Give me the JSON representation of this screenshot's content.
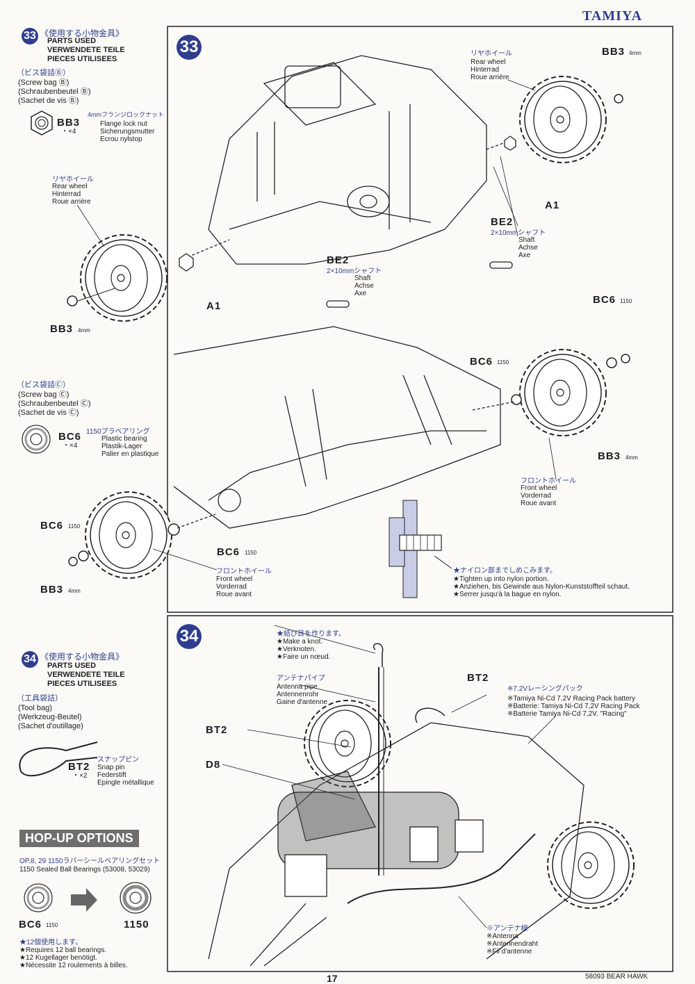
{
  "header": {
    "brand": "TAMIYA"
  },
  "step33": {
    "number": "33",
    "parts_used": {
      "jp": "《使用する小物金具》",
      "en": "PARTS USED",
      "de": "VERWENDETE TEILE",
      "fr": "PIECES UTILISEES"
    },
    "bag_b": {
      "jp": "（ビス袋詰Ⓑ）",
      "en": "(Screw bag Ⓑ)",
      "de": "(Schraubenbeutel Ⓑ)",
      "fr": "(Sachet de vis Ⓑ)"
    },
    "bb3": {
      "code": "BB3",
      "qty": "・×4",
      "jp": "4mmフランジロックナット",
      "en": "Flange lock nut",
      "de": "Sicherungsmutter",
      "fr": "Ecrou nylstop"
    },
    "bag_c": {
      "jp": "（ビス袋詰Ⓒ）",
      "en": "(Screw bag Ⓒ)",
      "de": "(Schraubenbeutel Ⓒ)",
      "fr": "(Sachet de vis Ⓒ)"
    },
    "bc6": {
      "code": "BC6",
      "qty": "・×4",
      "jp": "1150プラベアリング",
      "en": "Plastic bearing",
      "de": "Plastik-Lager",
      "fr": "Palier en plastique"
    },
    "rear_wheel": {
      "jp": "リヤホイール",
      "en": "Rear wheel",
      "de": "Hinterrad",
      "fr": "Roue arrière"
    },
    "front_wheel": {
      "jp": "フロントホイール",
      "en": "Front wheel",
      "de": "Vorderrad",
      "fr": "Roue avant"
    },
    "be2": {
      "code": "BE2",
      "jp": "2×10mmシャフト",
      "en": "Shaft",
      "de": "Achse",
      "fr": "Axe"
    },
    "a1": "A1",
    "bb3_label": "BB3",
    "bb3_size": "4mm",
    "bc6_label": "BC6",
    "bc6_size": "1150",
    "nylon_note": {
      "jp": "★ナイロン部までしめこみます。",
      "en": "★Tighten up into nylon portion.",
      "de": "★Anziehen, bis Gewinde aus Nylon-Kunststoffteil schaut.",
      "fr": "★Serrer jusqu'à la bague en nylon."
    }
  },
  "step34": {
    "number": "34",
    "parts_used": {
      "jp": "《使用する小物金具》",
      "en": "PARTS USED",
      "de": "VERWENDETE TEILE",
      "fr": "PIECES UTILISEES"
    },
    "bag": {
      "jp": "（工具袋詰）",
      "en": "(Tool bag)",
      "de": "(Werkzeug-Beutel)",
      "fr": "(Sachet d'outillage)"
    },
    "bt2": {
      "code": "BT2",
      "qty": "・×2",
      "jp": "スナップピン",
      "en": "Snap pin",
      "de": "Federstift",
      "fr": "Epingle métallique"
    },
    "knot": {
      "jp": "★結び目を作ります。",
      "en": "★Make a knot.",
      "de": "★Verknoten.",
      "fr": "★Faire un nœud."
    },
    "antenna_pipe": {
      "jp": "アンテナパイプ",
      "en": "Antenna pipe",
      "de": "Antennenrohr",
      "fr": "Gaine d'antenne"
    },
    "battery": {
      "jp": "※7.2Vレーシングパック",
      "en": "※Tamiya Ni-Cd 7.2V Racing Pack battery",
      "de": "※Batterie: Tamiya Ni-Cd 7,2V Racing Pack",
      "fr": "※Batterie Tamiya Ni-Cd 7,2V. \"Racing\""
    },
    "antenna_wire": {
      "jp": "※アンテナ線",
      "en": "※Antenna",
      "de": "※Antennendraht",
      "fr": "※Fil d'antenne"
    },
    "bt2_label": "BT2",
    "d8_label": "D8"
  },
  "hopup": {
    "title": "HOP-UP OPTIONS",
    "op_line": "OP.8, 29  1150ラバーシールベアリングセット",
    "sub": "1150 Sealed Ball Bearings (53008, 53029)",
    "from_code": "BC6",
    "from_size": "1150",
    "to_code": "1150",
    "note_jp": "★12個使用します。",
    "note_en": "★Requires 12 ball bearings.",
    "note_de": "★12 Kugellager benötigt.",
    "note_fr": "★Nécessite 12 roulements à billes."
  },
  "footer": {
    "page": "17",
    "model": "58093 BEAR HAWK"
  }
}
